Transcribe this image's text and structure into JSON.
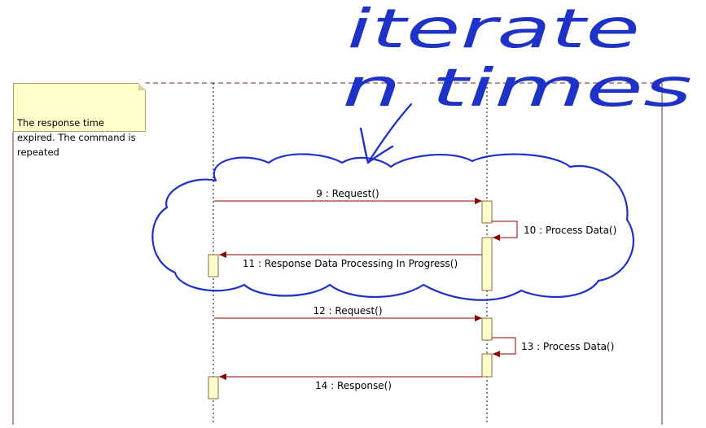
{
  "note": {
    "text": "The response time\nexpired. The command is\nrepeated"
  },
  "messages": [
    {
      "label": "9 : Request()"
    },
    {
      "label": "10 : Process Data()"
    },
    {
      "label": "11 : Response Data Processing In Progress()"
    },
    {
      "label": "12 : Request()"
    },
    {
      "label": "13 : Process Data()"
    },
    {
      "label": "14 : Response()"
    }
  ],
  "handwriting": {
    "line1": "iterate",
    "line2": "n times"
  },
  "colors": {
    "frame": "#7b2a2a",
    "arrow": "#8b0000",
    "activation_fill": "#ffffcc",
    "activation_border": "#8b6a3a",
    "note_fill": "#ffffcc",
    "ink": "#1f32c8"
  }
}
